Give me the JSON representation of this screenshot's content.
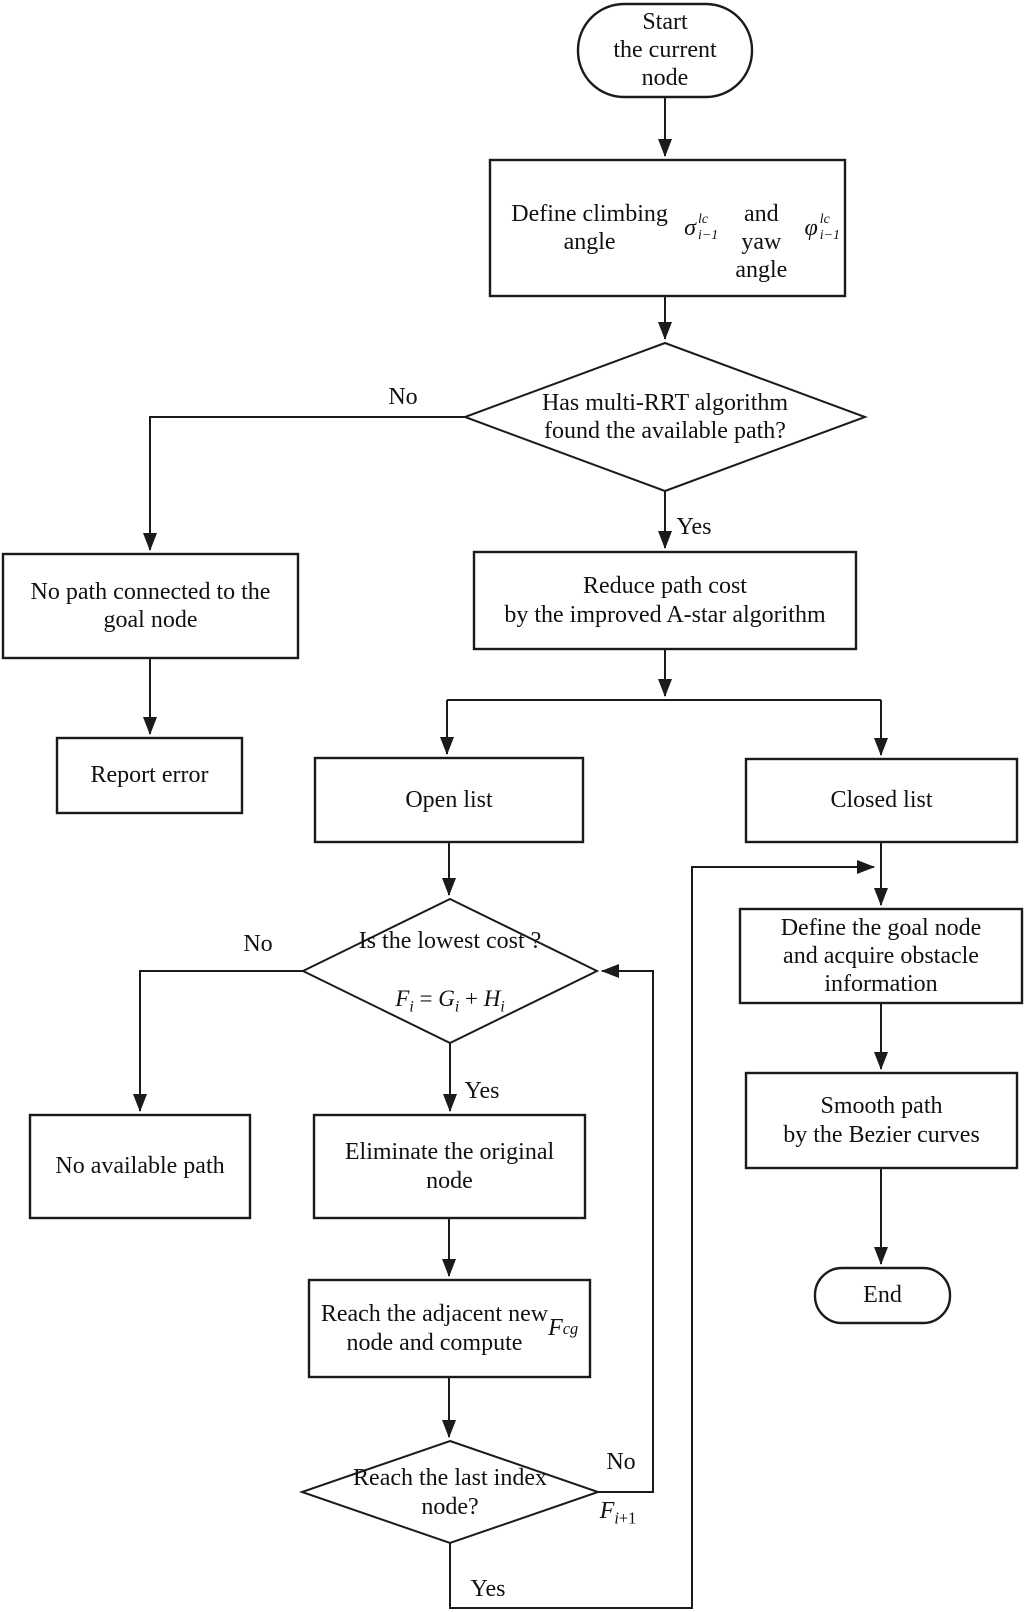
{
  "colors": {
    "background": "#ffffff",
    "stroke": "#1b1b1b",
    "text": "#111111"
  },
  "nodes": {
    "start": {
      "type": "terminator",
      "label": "Start\nthe current\nnode"
    },
    "define_angles": {
      "type": "process",
      "label_html": "Define climbing angle <i>σ</i><span class=\"ss\"><span>lc</span><span>i−1</span></span>\nand\nyaw angle <i>φ</i><span class=\"ss\"><span>lc</span><span>i−1</span></span>"
    },
    "rrt_decision": {
      "type": "decision",
      "label": "Has multi-RRT algorithm\nfound the available path?"
    },
    "no_path": {
      "type": "process",
      "label": "No path connected to the\ngoal node"
    },
    "report_error": {
      "type": "process",
      "label": "Report error"
    },
    "reduce_cost": {
      "type": "process",
      "label": "Reduce path cost\nby the improved A-star algorithm"
    },
    "open_list": {
      "type": "process",
      "label": "Open list"
    },
    "closed_list": {
      "type": "process",
      "label": "Closed list"
    },
    "lowest_cost_decision": {
      "type": "decision",
      "label": "Is the lowest cost ?",
      "formula_html": "<i>F</i><sub><i>i</i></sub> = <i>G</i><sub><i>i</i></sub> + <i>H</i><sub><i>i</i></sub>"
    },
    "no_available": {
      "type": "process",
      "label": "No available path"
    },
    "eliminate": {
      "type": "process",
      "label": "Eliminate the original\nnode"
    },
    "reach_adjacent": {
      "type": "process",
      "label_html": "Reach the adjacent new\nnode and compute <i>F</i><sub><i>cg</i></sub>"
    },
    "last_index_decision": {
      "type": "decision",
      "label": "Reach the last index\nnode?"
    },
    "define_goal": {
      "type": "process",
      "label": "Define the goal node\nand acquire obstacle\ninformation"
    },
    "smooth_path": {
      "type": "process",
      "label": "Smooth path\nby the Bezier curves"
    },
    "end": {
      "type": "terminator",
      "label": "End"
    }
  },
  "edge_labels": {
    "rrt_no": "No",
    "rrt_yes": "Yes",
    "lowest_no": "No",
    "lowest_yes": "Yes",
    "last_no": "No",
    "last_no_formula_html": "<i>F</i><sub><i>i</i>+1</sub>",
    "last_yes": "Yes"
  }
}
